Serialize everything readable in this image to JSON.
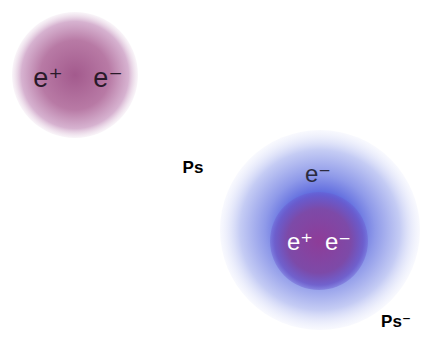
{
  "diagram": {
    "nodes": [
      {
        "text": [
          "e⁺",
          "e⁻",
          "Ps"
        ]
      },
      {
        "text": [
          "e⁻",
          "Ps⁻"
        ]
      },
      {
        "text": [
          "e⁺",
          "e⁻"
        ],
        "in": 1
      }
    ]
  }
}
